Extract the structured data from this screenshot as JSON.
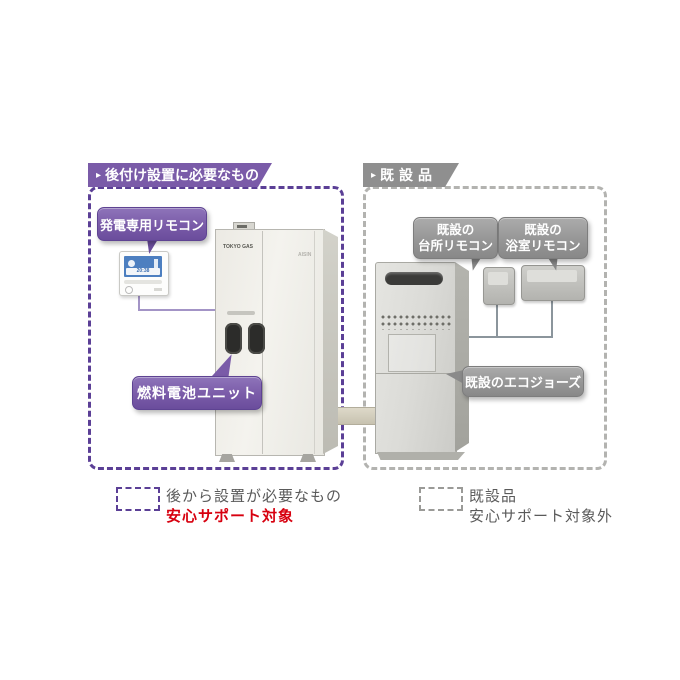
{
  "left_section": {
    "arrow": "▸",
    "header": "後付け設置に必要なもの",
    "remote_label": "発電専用リモコン",
    "unit_label": "燃料電池ユニット",
    "remote_display_time": "20:38",
    "unit_brand_left": "TOKYO GAS",
    "unit_brand_right": "AISIN"
  },
  "right_section": {
    "arrow": "▸",
    "header": "既設品",
    "kitchen_remote_line1": "既設の",
    "kitchen_remote_line2": "台所リモコン",
    "bath_remote_line1": "既設の",
    "bath_remote_line2": "浴室リモコン",
    "ecojozu_label": "既設のエコジョーズ"
  },
  "legend": {
    "new_items_line1": "後から設置が必要なもの",
    "new_items_line2": "安心サポート対象",
    "existing_line1": "既設品",
    "existing_line2": "安心サポート対象外"
  },
  "colors": {
    "purple": "#7a5ba8",
    "purple_dark": "#5b3f96",
    "gray": "#8f8f8f",
    "dash_gray": "#b3b3b0",
    "support_red": "#d7000f",
    "line_purple": "#a394c6",
    "line_gray": "#8b959c"
  }
}
